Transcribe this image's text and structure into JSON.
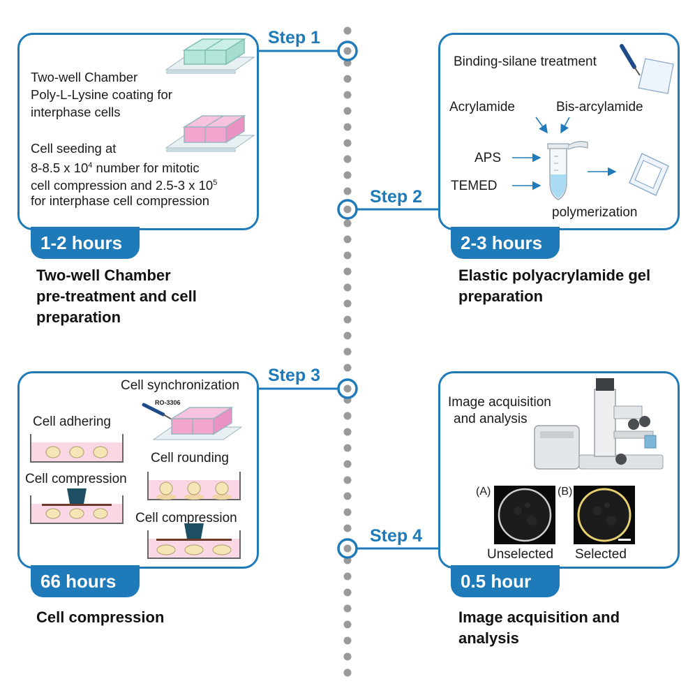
{
  "colors": {
    "accent": "#1e7ab8",
    "dots": "#9a9a9a",
    "pink": "#f2a6cf",
    "cell": "#f7e6b5"
  },
  "steps": [
    {
      "label": "Step 1",
      "duration": "1-2 hours",
      "heading_lines": [
        "Two-well Chamber",
        "pre-treatment and cell",
        "preparation"
      ],
      "text_block_1": [
        "Two-well Chamber",
        "Poly-L-Lysine coating for",
        "interphase cells"
      ],
      "seeding_line_1": "Cell seeding at",
      "seeding_line_2_a": "8-8.5 x 10",
      "seeding_line_2_sup": "4",
      "seeding_line_2_b": " number for mitotic",
      "seeding_line_3_a": "cell compression and 2.5-3 x 10",
      "seeding_line_3_sup": "5",
      "seeding_line_4": "for interphase cell compression"
    },
    {
      "label": "Step 2",
      "duration": "2-3 hours",
      "heading_lines": [
        "Elastic polyacrylamide gel",
        "preparation"
      ],
      "binding": "Binding-silane treatment",
      "acrylamide": "Acrylamide",
      "bis": "Bis-arcylamide",
      "aps": "APS",
      "temed": "TEMED",
      "polymerization": "polymerization"
    },
    {
      "label": "Step 3",
      "duration": "66 hours",
      "heading_lines": [
        "Cell compression"
      ],
      "synchronization": "Cell synchronization",
      "drug": "RO-3306",
      "adhering": "Cell adhering",
      "rounding": "Cell rounding",
      "compression_left": "Cell compression",
      "compression_right": "Cell compression"
    },
    {
      "label": "Step 4",
      "duration": "0.5 hour",
      "heading_lines": [
        "Image acquisition and",
        "analysis"
      ],
      "acq_lines": [
        "Image acquisition",
        "and analysis"
      ],
      "label_a": "(A)",
      "label_b": "(B)",
      "unselected": "Unselected",
      "selected": "Selected"
    }
  ]
}
